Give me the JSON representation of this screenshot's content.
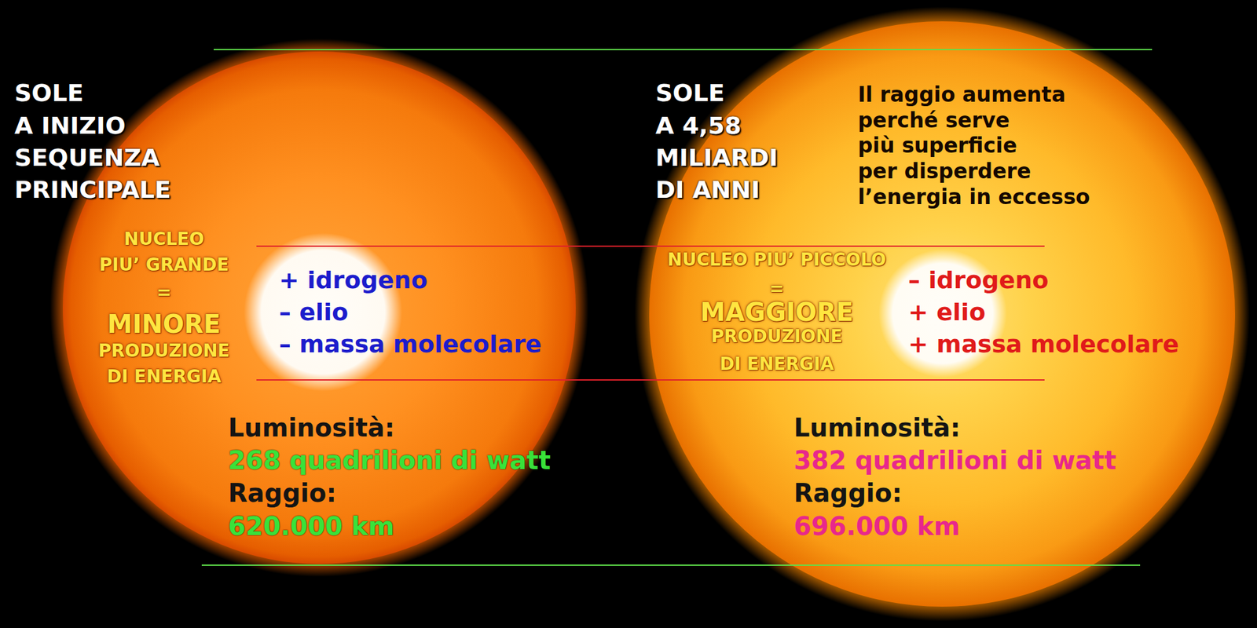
{
  "diagram": {
    "nodes": [
      {
        "text": [
          "SOLE",
          "A INIZIO",
          "SEQUENZA",
          "PRINCIPALE",
          "NUCLEO",
          "PIU’ GRANDE",
          "=",
          "MINORE",
          "PRODUZIONE",
          "DI ENERGIA",
          "+ idrogeno",
          "– elio",
          "– massa molecolare",
          "Luminosità:",
          "268 quadrilioni di watt",
          "Raggio:",
          "620.000 km"
        ]
      },
      {
        "text": [
          "SOLE",
          "A 4,58",
          "MILIARDI",
          "DI ANNI",
          "Il raggio aumenta",
          "perché serve",
          "più superficie",
          "per disperdere",
          "l’energia in eccesso",
          "NUCLEO PIU’ PICCOLO",
          "=",
          "MAGGIORE",
          "PRODUZIONE",
          "DI ENERGIA",
          "– idrogeno",
          "+ elio",
          "+ massa molecolare",
          "Luminosità:",
          "382 quadrilioni di watt",
          "Raggio:",
          "696.000 km"
        ]
      }
    ]
  }
}
